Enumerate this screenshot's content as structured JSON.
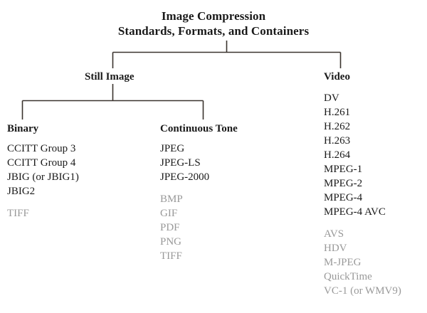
{
  "title": {
    "line1": "Image Compression",
    "line2": "Standards, Formats, and Containers"
  },
  "branches": {
    "still_image_label": "Still Image",
    "video_label": "Video"
  },
  "categories": {
    "binary_label": "Binary",
    "continuous_tone_label": "Continuous Tone"
  },
  "lists": {
    "binary": {
      "primary": [
        "CCITT Group 3",
        "CCITT Group 4",
        "JBIG (or JBIG1)",
        "JBIG2"
      ],
      "secondary": [
        "TIFF"
      ]
    },
    "continuous_tone": {
      "primary": [
        "JPEG",
        "JPEG-LS",
        "JPEG-2000"
      ],
      "secondary": [
        "BMP",
        "GIF",
        "PDF",
        "PNG",
        "TIFF"
      ]
    },
    "video": {
      "primary": [
        "DV",
        "H.261",
        "H.262",
        "H.263",
        "H.264",
        "MPEG-1",
        "MPEG-2",
        "MPEG-4",
        "MPEG-4 AVC"
      ],
      "secondary": [
        "AVS",
        "HDV",
        "M-JPEG",
        "QuickTime",
        "VC-1 (or WMV9)"
      ]
    }
  },
  "colors": {
    "text": "#1a1a1a",
    "muted_text": "#999999",
    "line": "#3a332e",
    "background": "#ffffff"
  }
}
